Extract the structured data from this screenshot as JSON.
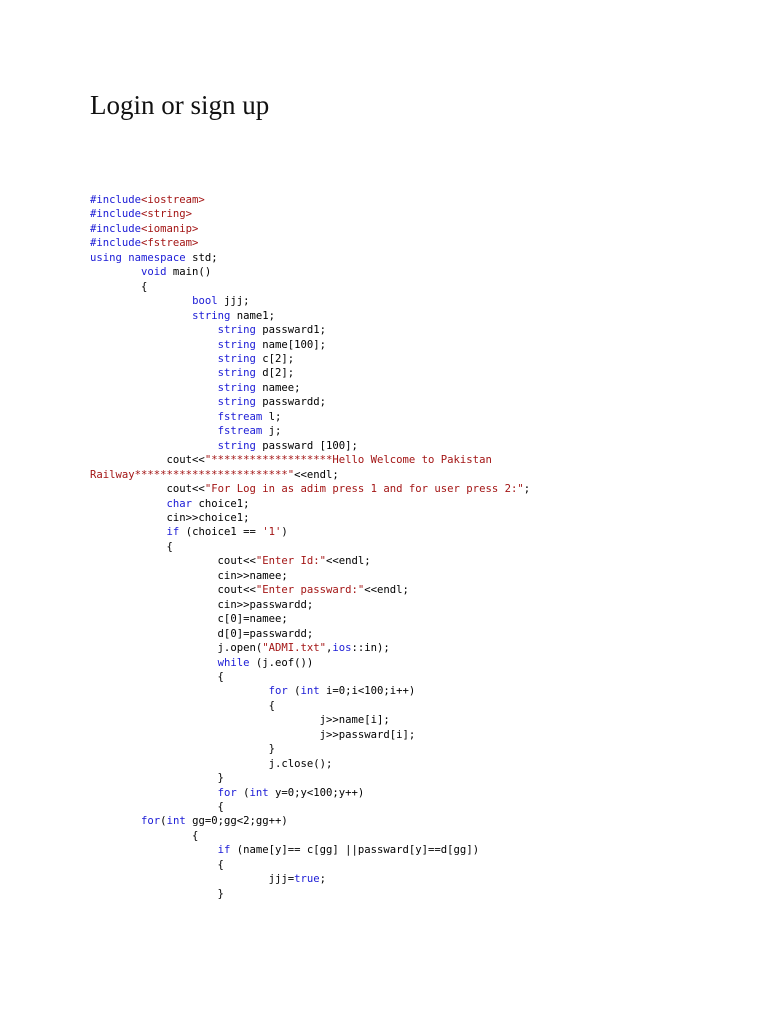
{
  "document": {
    "title": "Login or sign up"
  },
  "colors": {
    "keyword": "#1b1bd6",
    "string": "#a31515",
    "plain": "#000000"
  },
  "code_lines": [
    [
      [
        "pre",
        "#include"
      ],
      [
        "inc",
        "<iostream>"
      ]
    ],
    [
      [
        "pre",
        "#include"
      ],
      [
        "inc",
        "<string>"
      ]
    ],
    [
      [
        "pre",
        "#include"
      ],
      [
        "inc",
        "<iomanip>"
      ]
    ],
    [
      [
        "pre",
        "#include"
      ],
      [
        "inc",
        "<fstream>"
      ]
    ],
    [
      [
        "kw",
        "using"
      ],
      [
        "plain",
        " "
      ],
      [
        "kw",
        "namespace"
      ],
      [
        "plain",
        " std;"
      ]
    ],
    [
      [
        "plain",
        "        "
      ],
      [
        "kw",
        "void"
      ],
      [
        "plain",
        " main()"
      ]
    ],
    [
      [
        "plain",
        "        {"
      ]
    ],
    [
      [
        "plain",
        "                "
      ],
      [
        "kw",
        "bool"
      ],
      [
        "plain",
        " jjj;"
      ]
    ],
    [
      [
        "plain",
        "                "
      ],
      [
        "kw",
        "string"
      ],
      [
        "plain",
        " name1;"
      ]
    ],
    [
      [
        "plain",
        "                    "
      ],
      [
        "kw",
        "string"
      ],
      [
        "plain",
        " passward1;"
      ]
    ],
    [
      [
        "plain",
        "                    "
      ],
      [
        "kw",
        "string"
      ],
      [
        "plain",
        " name[100];"
      ]
    ],
    [
      [
        "plain",
        "                    "
      ],
      [
        "kw",
        "string"
      ],
      [
        "plain",
        " c[2];"
      ]
    ],
    [
      [
        "plain",
        "                    "
      ],
      [
        "kw",
        "string"
      ],
      [
        "plain",
        " d[2];"
      ]
    ],
    [
      [
        "plain",
        "                    "
      ],
      [
        "kw",
        "string"
      ],
      [
        "plain",
        " namee;"
      ]
    ],
    [
      [
        "plain",
        "                    "
      ],
      [
        "kw",
        "string"
      ],
      [
        "plain",
        " passwardd;"
      ]
    ],
    [
      [
        "plain",
        "                    "
      ],
      [
        "kw",
        "fstream"
      ],
      [
        "plain",
        " l;"
      ]
    ],
    [
      [
        "plain",
        "                    "
      ],
      [
        "kw",
        "fstream"
      ],
      [
        "plain",
        " j;"
      ]
    ],
    [
      [
        "plain",
        "                    "
      ],
      [
        "kw",
        "string"
      ],
      [
        "plain",
        " passward [100];"
      ]
    ],
    [
      [
        "plain",
        "            cout<<"
      ],
      [
        "str",
        "\"*******************Hello Welcome to Pakistan"
      ]
    ],
    [
      [
        "str",
        "Railway************************\""
      ],
      [
        "plain",
        "<<endl;"
      ]
    ],
    [
      [
        "plain",
        "            cout<<"
      ],
      [
        "str",
        "\"For Log in as adim press 1 and for user press 2:\""
      ],
      [
        "plain",
        ";"
      ]
    ],
    [
      [
        "plain",
        "            "
      ],
      [
        "kw",
        "char"
      ],
      [
        "plain",
        " choice1;"
      ]
    ],
    [
      [
        "plain",
        "            cin>>choice1;"
      ]
    ],
    [
      [
        "plain",
        "            "
      ],
      [
        "kw",
        "if"
      ],
      [
        "plain",
        " (choice1 == "
      ],
      [
        "str",
        "'1'"
      ],
      [
        "plain",
        ")"
      ]
    ],
    [
      [
        "plain",
        "            {"
      ]
    ],
    [
      [
        "plain",
        "                    cout<<"
      ],
      [
        "str",
        "\"Enter Id:\""
      ],
      [
        "plain",
        "<<endl;"
      ]
    ],
    [
      [
        "plain",
        "                    cin>>namee;"
      ]
    ],
    [
      [
        "plain",
        "                    cout<<"
      ],
      [
        "str",
        "\"Enter passward:\""
      ],
      [
        "plain",
        "<<endl;"
      ]
    ],
    [
      [
        "plain",
        "                    cin>>passwardd;"
      ]
    ],
    [
      [
        "plain",
        "                    c[0]=namee;"
      ]
    ],
    [
      [
        "plain",
        "                    d[0]=passwardd;"
      ]
    ],
    [
      [
        "plain",
        "                    j.open("
      ],
      [
        "str",
        "\"ADMI.txt\""
      ],
      [
        "plain",
        ","
      ],
      [
        "kw",
        "ios"
      ],
      [
        "plain",
        "::in);"
      ]
    ],
    [
      [
        "plain",
        "                    "
      ],
      [
        "kw",
        "while"
      ],
      [
        "plain",
        " (j.eof())"
      ]
    ],
    [
      [
        "plain",
        "                    {"
      ]
    ],
    [
      [
        "plain",
        "                            "
      ],
      [
        "kw",
        "for"
      ],
      [
        "plain",
        " ("
      ],
      [
        "kw",
        "int"
      ],
      [
        "plain",
        " i=0;i<100;i++)"
      ]
    ],
    [
      [
        "plain",
        "                            {"
      ]
    ],
    [
      [
        "plain",
        "                                    j>>name[i];"
      ]
    ],
    [
      [
        "plain",
        "                                    j>>passward[i];"
      ]
    ],
    [
      [
        "plain",
        "                            }"
      ]
    ],
    [
      [
        "plain",
        "                            j.close();"
      ]
    ],
    [
      [
        "plain",
        "                    }"
      ]
    ],
    [
      [
        "plain",
        "                    "
      ],
      [
        "kw",
        "for"
      ],
      [
        "plain",
        " ("
      ],
      [
        "kw",
        "int"
      ],
      [
        "plain",
        " y=0;y<100;y++)"
      ]
    ],
    [
      [
        "plain",
        "                    {"
      ]
    ],
    [
      [
        "plain",
        "        "
      ],
      [
        "kw",
        "for"
      ],
      [
        "plain",
        "("
      ],
      [
        "kw",
        "int"
      ],
      [
        "plain",
        " gg=0;gg<2;gg++)"
      ]
    ],
    [
      [
        "plain",
        "                {"
      ]
    ],
    [
      [
        "plain",
        "                    "
      ],
      [
        "kw",
        "if"
      ],
      [
        "plain",
        " (name[y]== c[gg] ||passward[y]==d[gg])"
      ]
    ],
    [
      [
        "plain",
        "                    {"
      ]
    ],
    [
      [
        "plain",
        "                            jjj="
      ],
      [
        "kw",
        "true"
      ],
      [
        "plain",
        ";"
      ]
    ],
    [
      [
        "plain",
        "                    }"
      ]
    ]
  ]
}
